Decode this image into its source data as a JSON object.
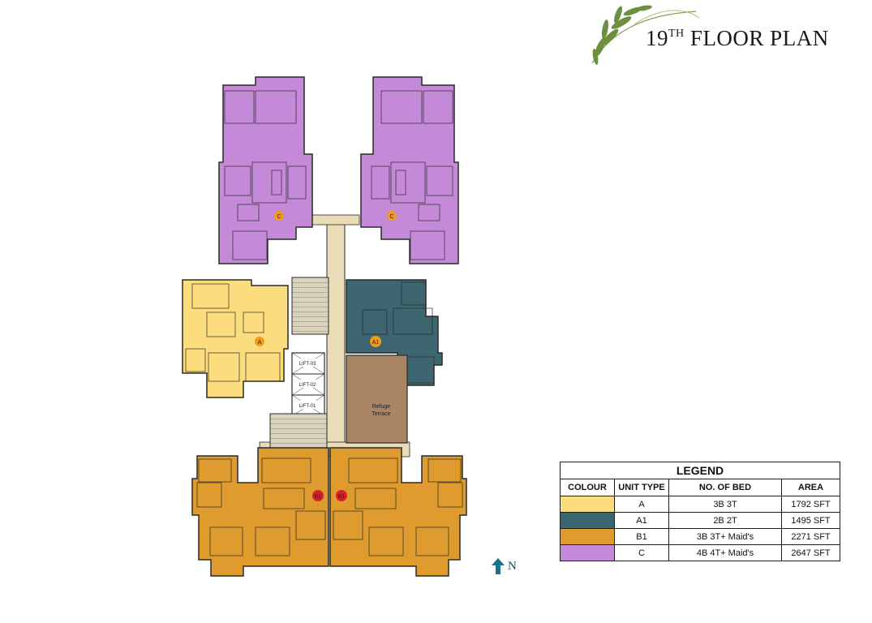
{
  "header": {
    "floor_number": "19",
    "floor_suffix": "TH",
    "title_rest": " FLOOR PLAN"
  },
  "plan": {
    "unit_tags": {
      "c_left": "C",
      "c_right": "C",
      "a": "A",
      "a1": "A1",
      "b1_left": "B1",
      "b1_right": "B1"
    },
    "lifts": [
      "LIFT-03",
      "LIFT-02",
      "LIFT-01"
    ],
    "refuge_line1": "Refuge",
    "refuge_line2": "Terrace"
  },
  "north_label": "N",
  "legend": {
    "title": "LEGEND",
    "headers": [
      "COLOUR",
      "UNIT TYPE",
      "NO. OF BED",
      "AREA"
    ],
    "rows": [
      {
        "color": "#fbdd7e",
        "unit_type": "A",
        "beds": "3B 3T",
        "area": "1792 SFT"
      },
      {
        "color": "#3d6670",
        "unit_type": "A1",
        "beds": "2B 2T",
        "area": "1495 SFT"
      },
      {
        "color": "#df9b2e",
        "unit_type": "B1",
        "beds": "3B 3T+ Maid's",
        "area": "2271 SFT"
      },
      {
        "color": "#c58ad7",
        "unit_type": "C",
        "beds": "4B 4T+ Maid's",
        "area": "2647 SFT"
      }
    ]
  },
  "colors": {
    "corridor": "#eadcb6",
    "refuge": "#a98566",
    "stair": "#d9d3bd",
    "wall": "#2a2a2a",
    "tag": "#f29a1c",
    "tag_b1": "#d3222a",
    "north_arrow": "#1b6f8f",
    "leaf": "#6b8f3e"
  }
}
